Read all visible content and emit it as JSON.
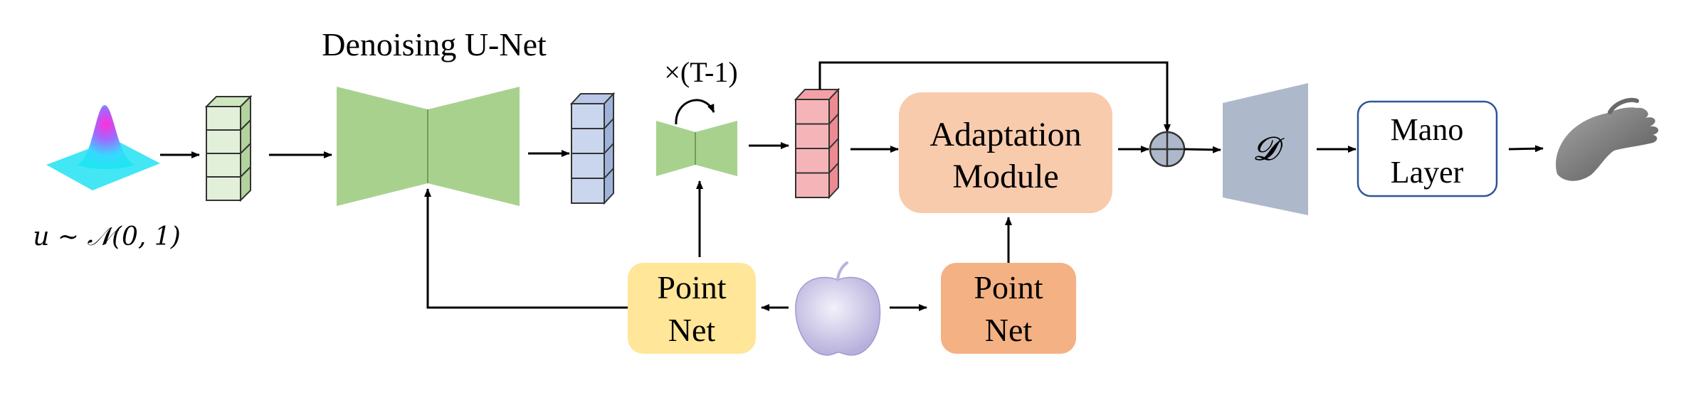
{
  "title": "Denoising U-Net",
  "loop_label": "×(T-1)",
  "noise_label": "u ∼ 𝒩(0, 1)",
  "adaptation": {
    "line1": "Adaptation",
    "line2": "Module"
  },
  "pointnet_left": {
    "line1": "Point",
    "line2": "Net"
  },
  "pointnet_right": {
    "line1": "Point",
    "line2": "Net"
  },
  "decoder_symbol": "𝓓",
  "mano": {
    "line1": "Mano",
    "line2": "Layer"
  },
  "colors": {
    "unet_green": "#a9d18e",
    "latent_green": "#e2f0d9",
    "latent_blue": "#c9d6ee",
    "latent_red": "#f5b5b8",
    "adaptation_fill": "#f8cbad",
    "pointnet_left_fill": "#ffe699",
    "pointnet_right_fill": "#f4b183",
    "decoder_fill": "#adb9ca",
    "mano_border": "#2f5597",
    "apple_fill": "#d9d4ee",
    "hand_fill": "#7f7f7f"
  },
  "icons": [
    "gaussian-surface-icon",
    "apple-point-cloud-icon",
    "hand-mesh-icon",
    "loop-arrow-icon",
    "sum-icon"
  ]
}
